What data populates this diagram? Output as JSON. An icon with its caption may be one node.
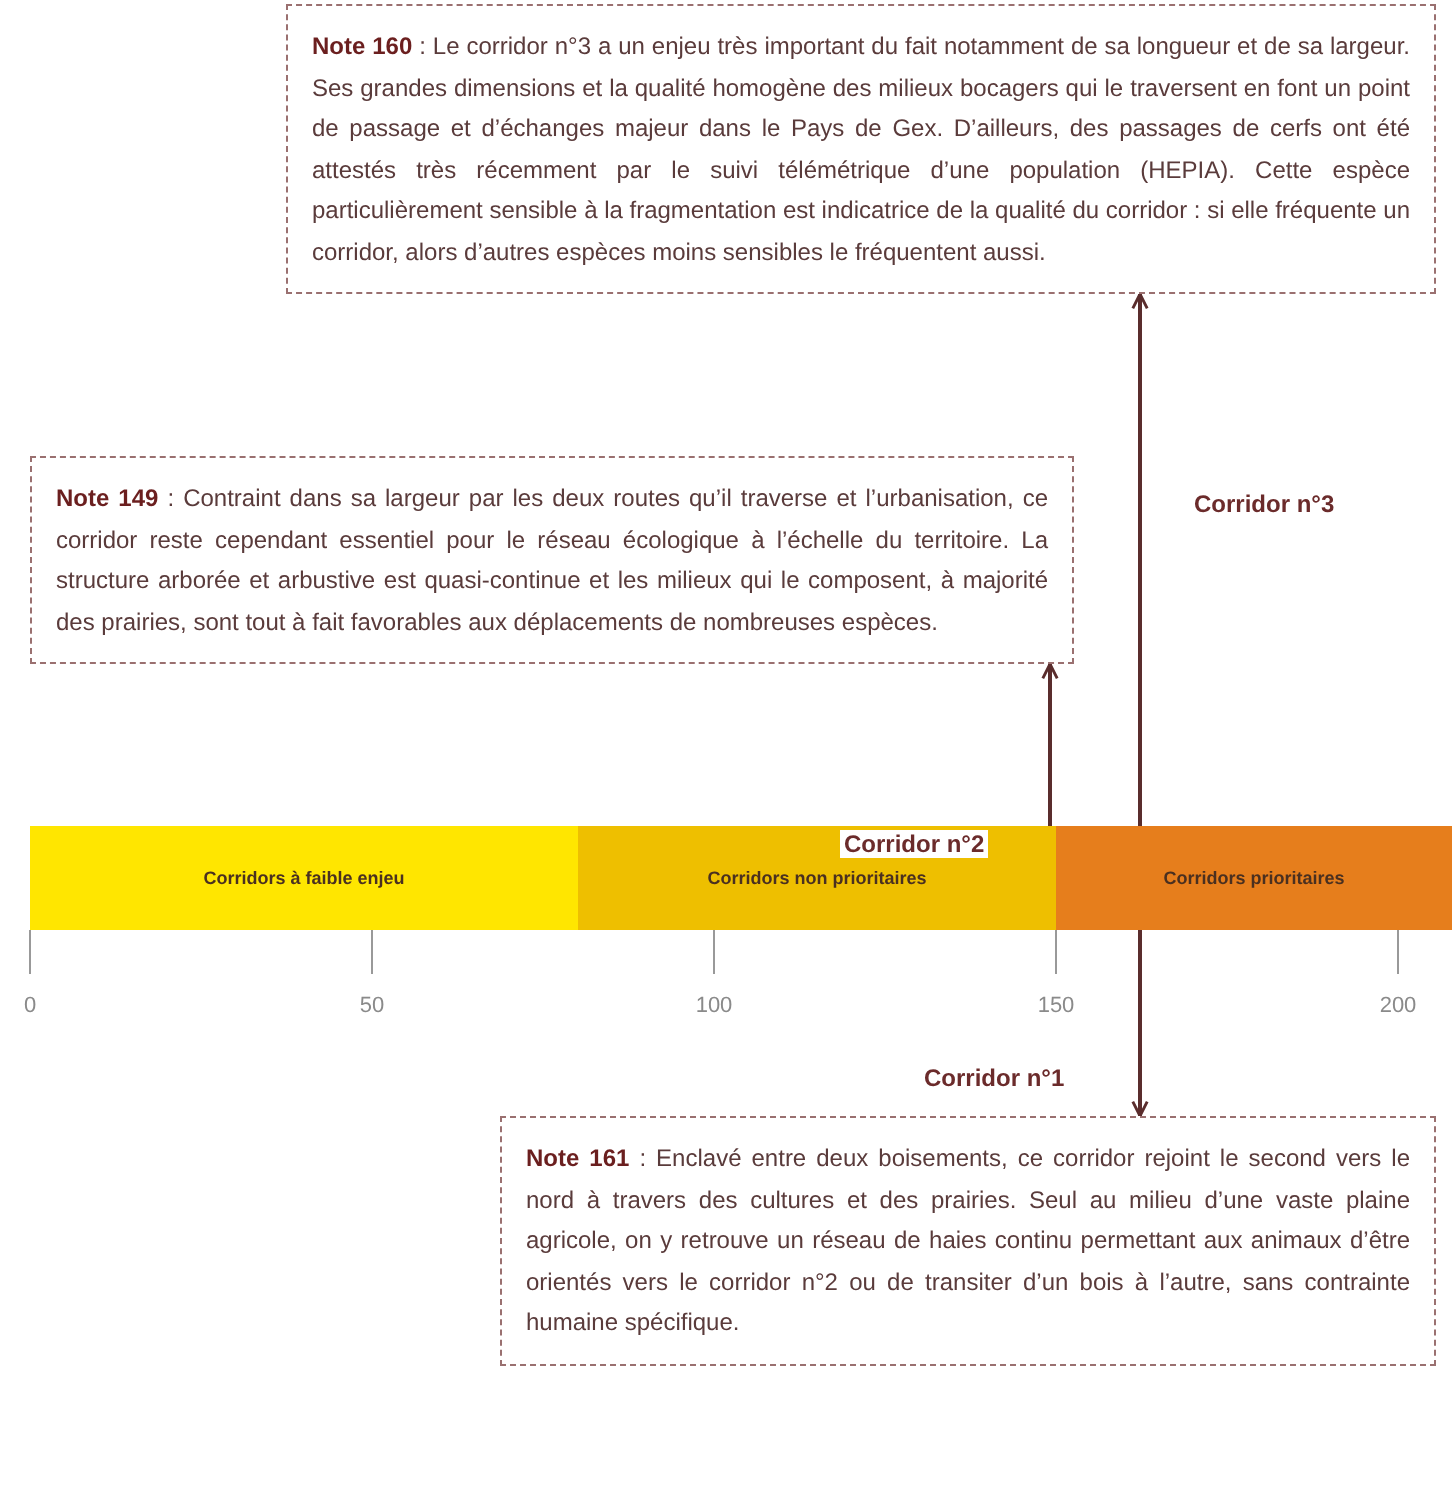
{
  "diagram": {
    "nodes": [
      {
        "text": [
          "**Note 160** : Le corridor n°3 a un enjeu très important du fait notamment de sa longueur et de sa largeur. Ses grandes dimensions et la qualité homogène des milieux bocagers qui le traversent en font un point de passage et d’échanges majeur dans le Pays de Gex. D’ailleurs, des passages de cerfs ont été attestés très récemment par le suivi télémétrique d’une population (HEPIA). Cette espèce particulièrement sensible à la fragmentation est indicatrice de la qualité du corridor : si elle fréquente un corridor, alors d’autres espèces moins sensibles le fréquentent aussi."
        ]
      },
      {
        "text": [
          "**Note 149** : Contraint dans sa largeur par les deux routes qu’il traverse et l’urbanisation, ce corridor reste cependant essentiel pour le réseau écologique à l’échelle du territoire. La structure arborée et arbustive est quasi-continue et les milieux qui le composent, à majorité des prairies, sont tout à fait favorables aux déplacements de nombreuses espèces."
        ]
      },
      {
        "text": [
          "Corridors à faible enjeu"
        ]
      },
      {
        "text": [
          "Corridors non prioritaires"
        ]
      },
      {
        "text": [
          "Corridors prioritaires"
        ]
      },
      {
        "text": [
          "**Note 161** : Enclavé entre deux boisements, ce corridor rejoint le second vers le nord à travers des cultures et des prairies. Seul au milieu d’une vaste plaine agricole, on y retrouve un réseau de haies continu permettant aux animaux d’être orientés vers le corridor n°2 ou de transiter d’un bois à l’autre, sans contrainte humaine spécifique."
        ]
      }
    ],
    "edges": [
      {
        "from": 4,
        "to": 0,
        "arrow": "to",
        "label": "Corridor n°3"
      },
      {
        "from": 3,
        "to": 1,
        "arrow": "to",
        "label": "Corridor n°2"
      },
      {
        "from": 4,
        "to": 5,
        "arrow": "to",
        "label": "Corridor n°1"
      }
    ],
    "labels": [
      "0",
      "50",
      "100",
      "150",
      "200"
    ]
  }
}
